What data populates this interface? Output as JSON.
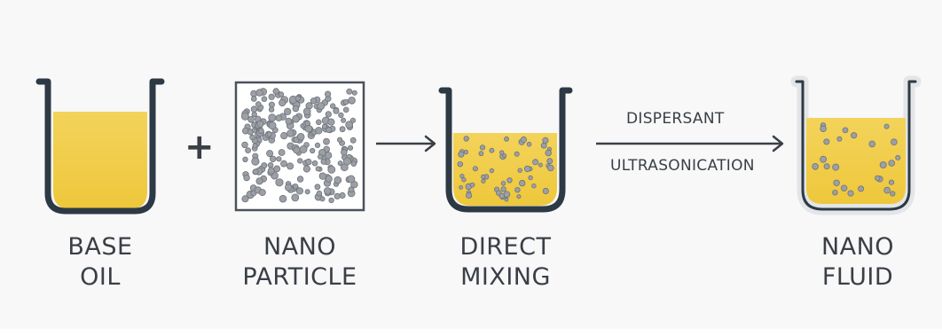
{
  "steps": [
    {
      "line1": "BASE",
      "line2": "OIL"
    },
    {
      "line1": "NANO",
      "line2": "PARTICLE"
    },
    {
      "line1": "DIRECT",
      "line2": "MIXING"
    },
    {
      "line1": "NANO",
      "line2": "FLUID"
    }
  ],
  "operators": {
    "plus": "+"
  },
  "process_arrow": {
    "top_label": "DISPERSANT",
    "bottom_label": "ULTRASONICATION"
  },
  "colors": {
    "oil": "#f0cc45",
    "beaker_outline": "#2d3a45",
    "particle": "#9ca0a6",
    "particle_outline": "#6e737a",
    "text": "#3a3f46"
  }
}
